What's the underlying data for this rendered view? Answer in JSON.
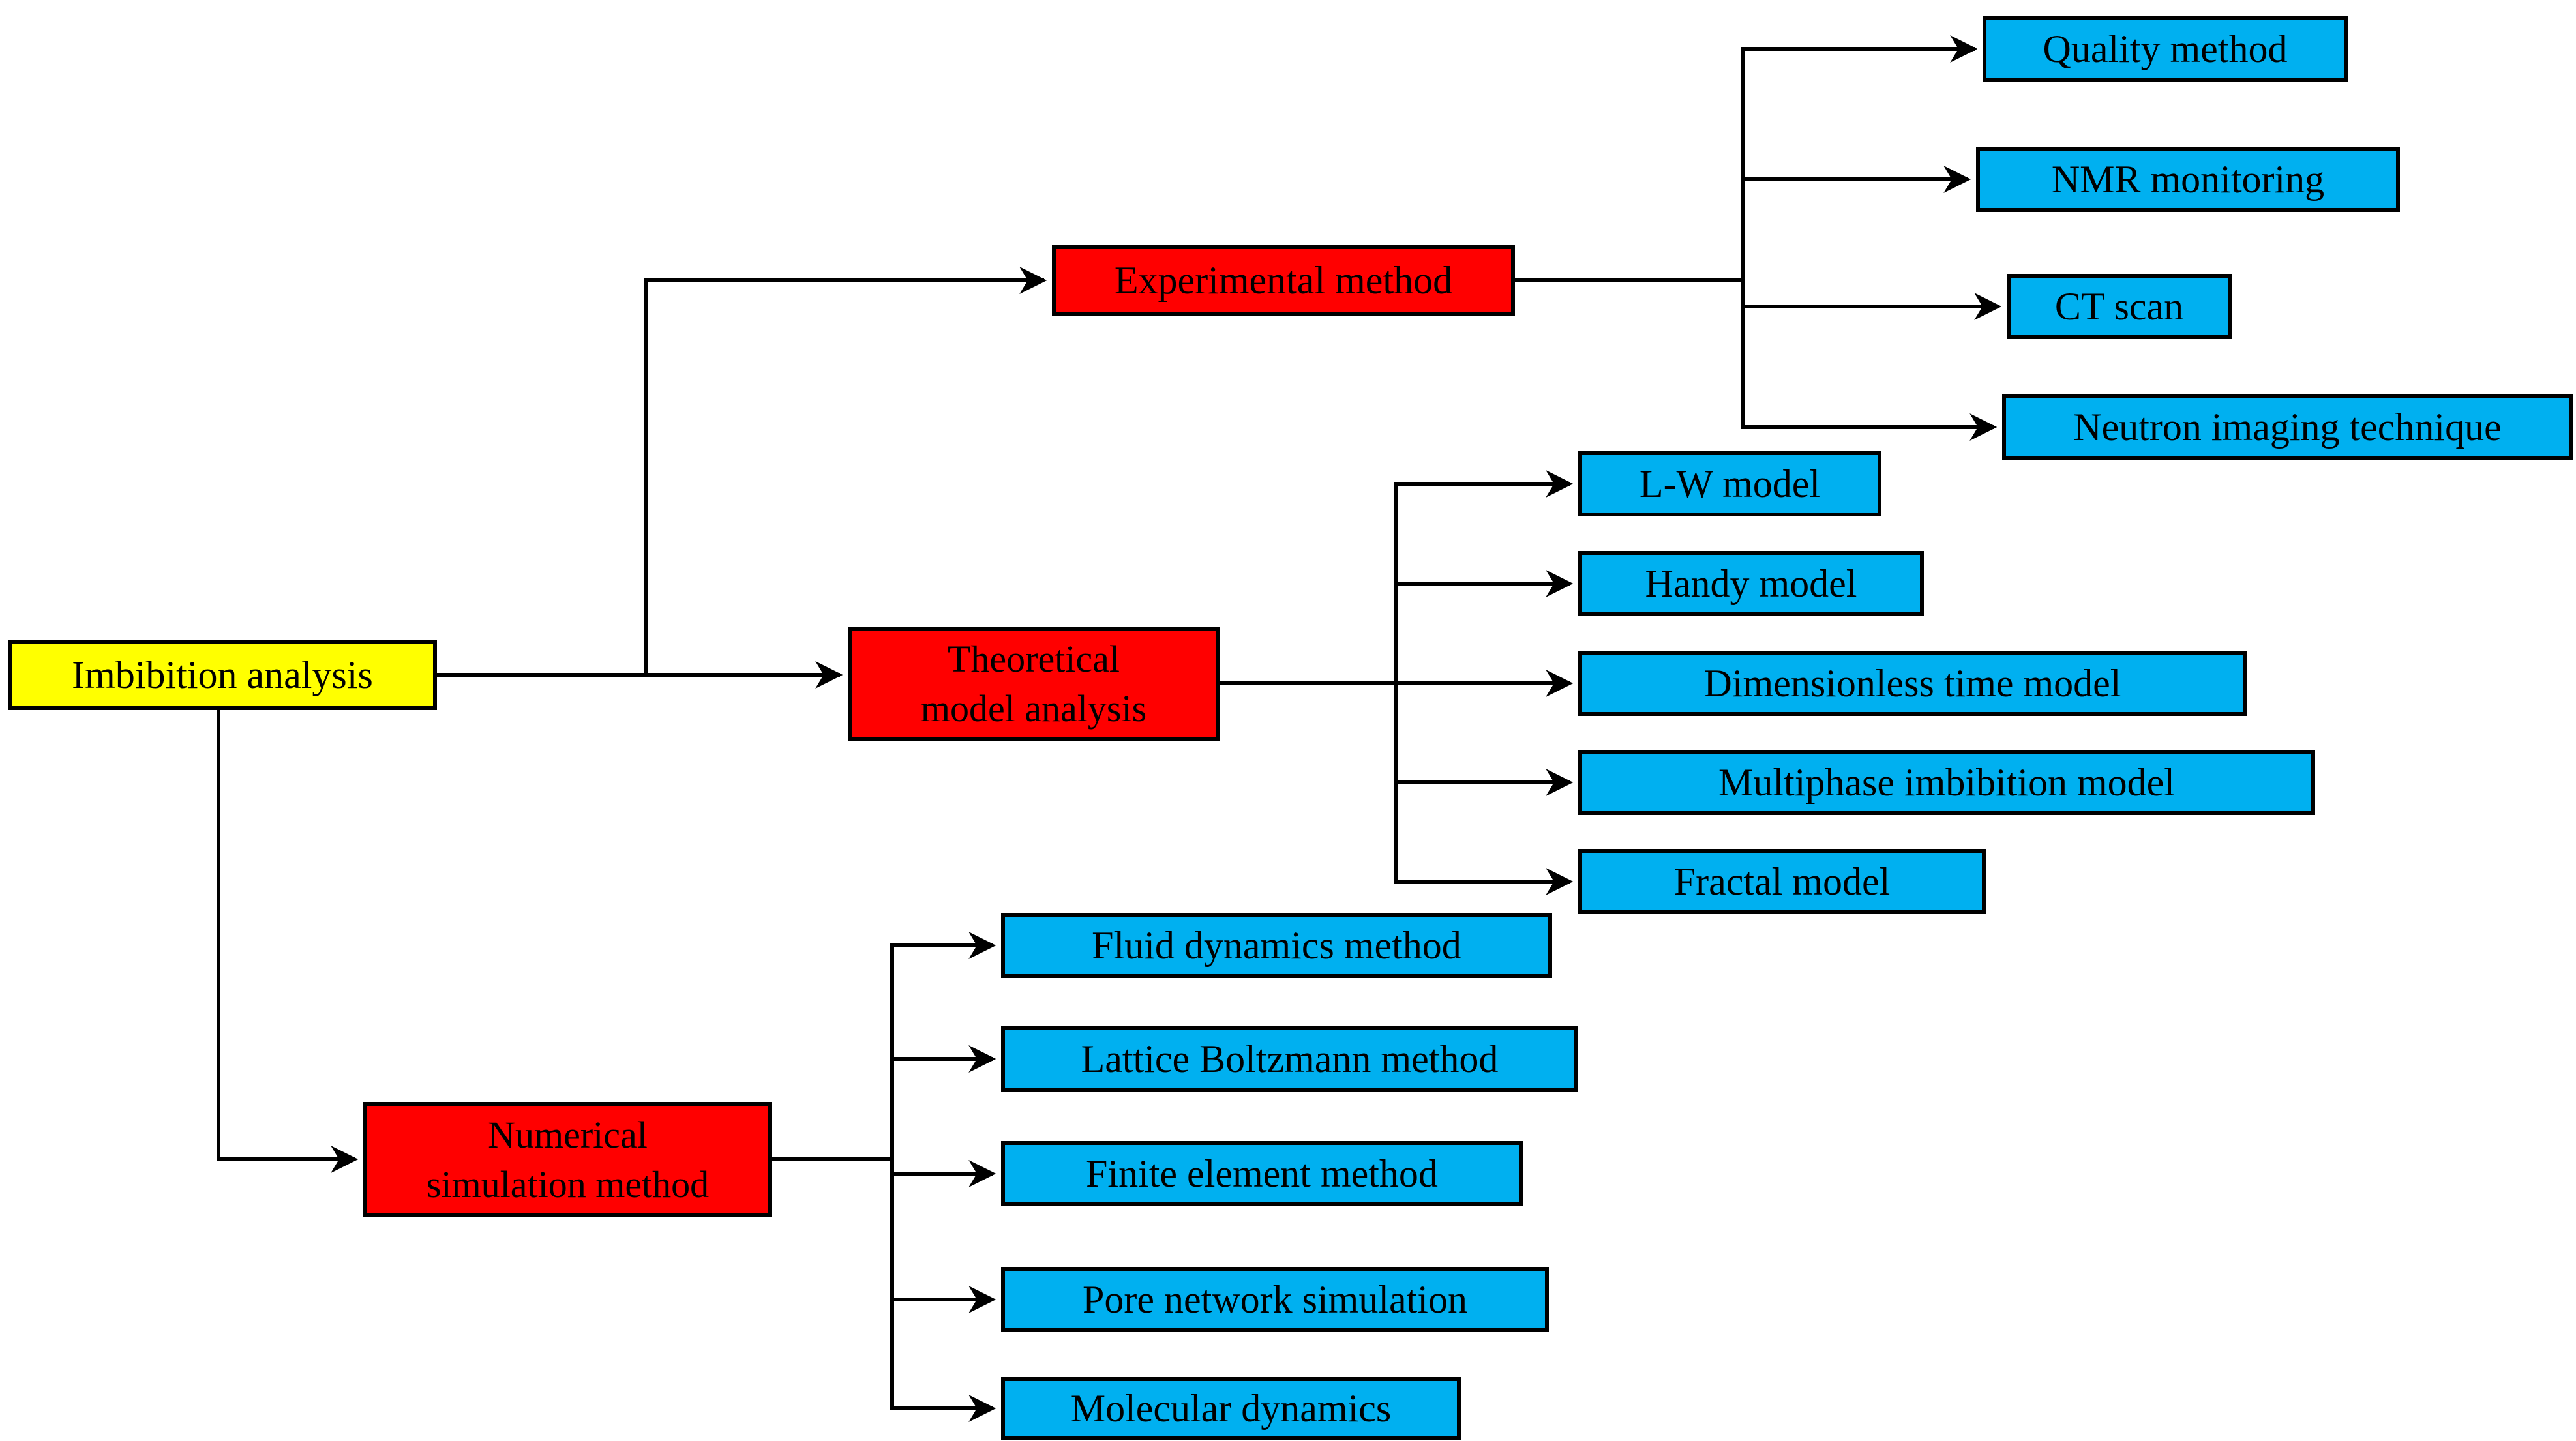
{
  "diagram": {
    "title": "Imbibition analysis classification flowchart",
    "colors": {
      "box_blue": "#00B0F0",
      "box_red": "#FF0000",
      "box_yellow": "#FFFF00",
      "line_black": "#000000",
      "text_black": "#000000"
    },
    "root": {
      "label": "Imbibition analysis"
    },
    "branches": [
      {
        "label": "Experimental method",
        "children": [
          "Quality method",
          "NMR monitoring",
          "CT scan",
          "Neutron imaging technique"
        ]
      },
      {
        "label": "Theoretical\nmodel analysis",
        "children": [
          "L-W model",
          "Handy model",
          "Dimensionless time model",
          "Multiphase imbibition model",
          "Fractal model"
        ]
      },
      {
        "label": "Numerical\nsimulation method",
        "children": [
          "Fluid dynamics method",
          "Lattice Boltzmann method",
          "Finite element method",
          "Pore network simulation",
          "Molecular dynamics"
        ]
      }
    ]
  }
}
